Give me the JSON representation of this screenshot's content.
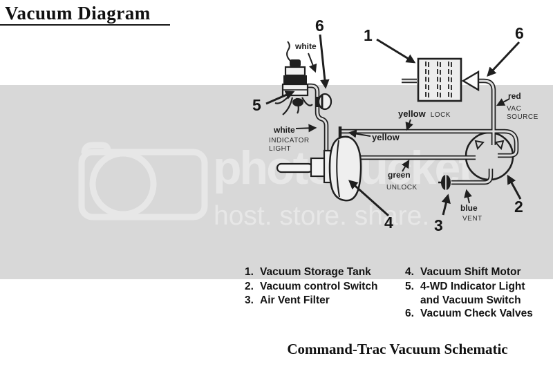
{
  "page": {
    "title": "Vacuum Diagram",
    "caption": "Command-Trac Vacuum Schematic"
  },
  "watermark": {
    "brand": "photobucket",
    "tagline": "host. store. share."
  },
  "callouts": {
    "n1": "1",
    "n2": "2",
    "n3": "3",
    "n4": "4",
    "n5": "5",
    "n6a": "6",
    "n6b": "6"
  },
  "hose_labels": {
    "white_top": "white",
    "white_left": "white",
    "indicator_line1": "INDICATOR",
    "indicator_line2": "LIGHT",
    "yellow_lock": "yellow",
    "lock": "LOCK",
    "yellow_mid": "yellow",
    "green": "green",
    "unlock": "UNLOCK",
    "blue": "blue",
    "vent": "VENT",
    "red": "red",
    "vac_line1": "VAC",
    "vac_line2": "SOURCE"
  },
  "legend": {
    "left": [
      {
        "num": "1.",
        "text": "Vacuum Storage Tank"
      },
      {
        "num": "2.",
        "text": "Vacuum control Switch"
      },
      {
        "num": "3.",
        "text": "Air Vent Filter"
      }
    ],
    "right": [
      {
        "num": "4.",
        "text": "Vacuum Shift Motor"
      },
      {
        "num": "5.",
        "text": "4-WD Indicator Light",
        "text2": "and Vacuum Switch"
      },
      {
        "num": "6.",
        "text": "Vacuum Check Valves"
      }
    ]
  },
  "colors": {
    "band": "#d8d8d8",
    "ink": "#1f1f1f",
    "watermark": "#e7e7e7"
  }
}
